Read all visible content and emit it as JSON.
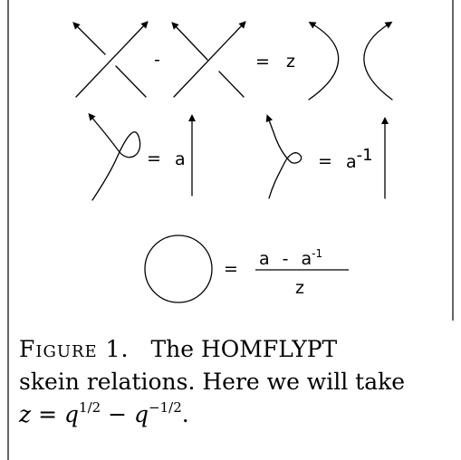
{
  "figure": {
    "row1": {
      "minus": "-",
      "equals": "=",
      "z": "z"
    },
    "row2": {
      "equals_left": "=",
      "a": "a",
      "equals_right": "=",
      "a_inv_base": "a",
      "a_inv_exp": "-1"
    },
    "row3": {
      "equals": "=",
      "num_a": "a",
      "num_minus": "-",
      "num_a_inv_base": "a",
      "num_a_inv_exp": "-1",
      "denominator": "z"
    }
  },
  "caption": {
    "label": "Figure 1.",
    "text_line1": "The HOMFLYPT",
    "text_line2": "skein relations. Here we will take",
    "eq_lhs": "z",
    "eq_eq": " = ",
    "q1": "q",
    "q1_exp": "1/2",
    "minus": " − ",
    "q2": "q",
    "q2_exp": "−1/2",
    "period": "."
  }
}
